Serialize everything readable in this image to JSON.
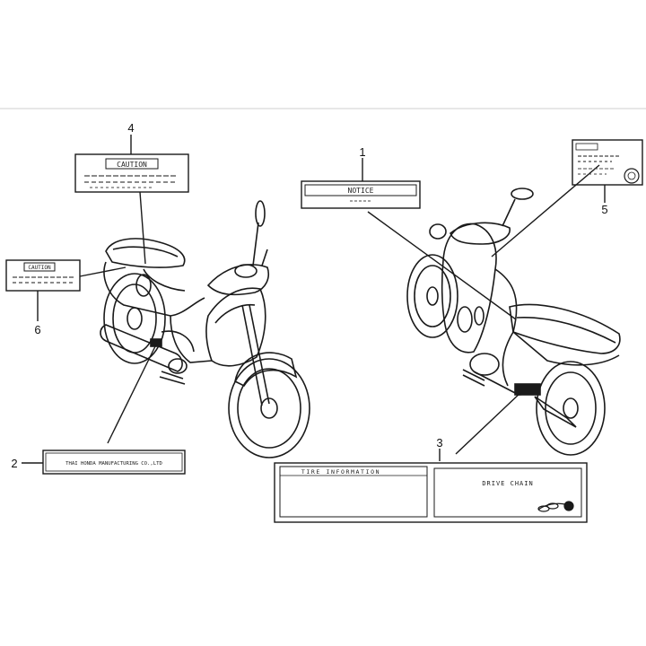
{
  "callouts": [
    {
      "number": "1",
      "label_text": "NOTICE"
    },
    {
      "number": "2",
      "label_text": "THAI HONDA MANUFACTURING CO.,LTD"
    },
    {
      "number": "3",
      "label_text": "TIRE INFORMATION",
      "label_text_2": "DRIVE CHAIN"
    },
    {
      "number": "4",
      "label_text": "CAUTION"
    },
    {
      "number": "5",
      "label_text": ""
    },
    {
      "number": "6",
      "label_text": "CAUTION"
    }
  ],
  "colors": {
    "line": "#1a1a1a",
    "background": "#ffffff"
  }
}
